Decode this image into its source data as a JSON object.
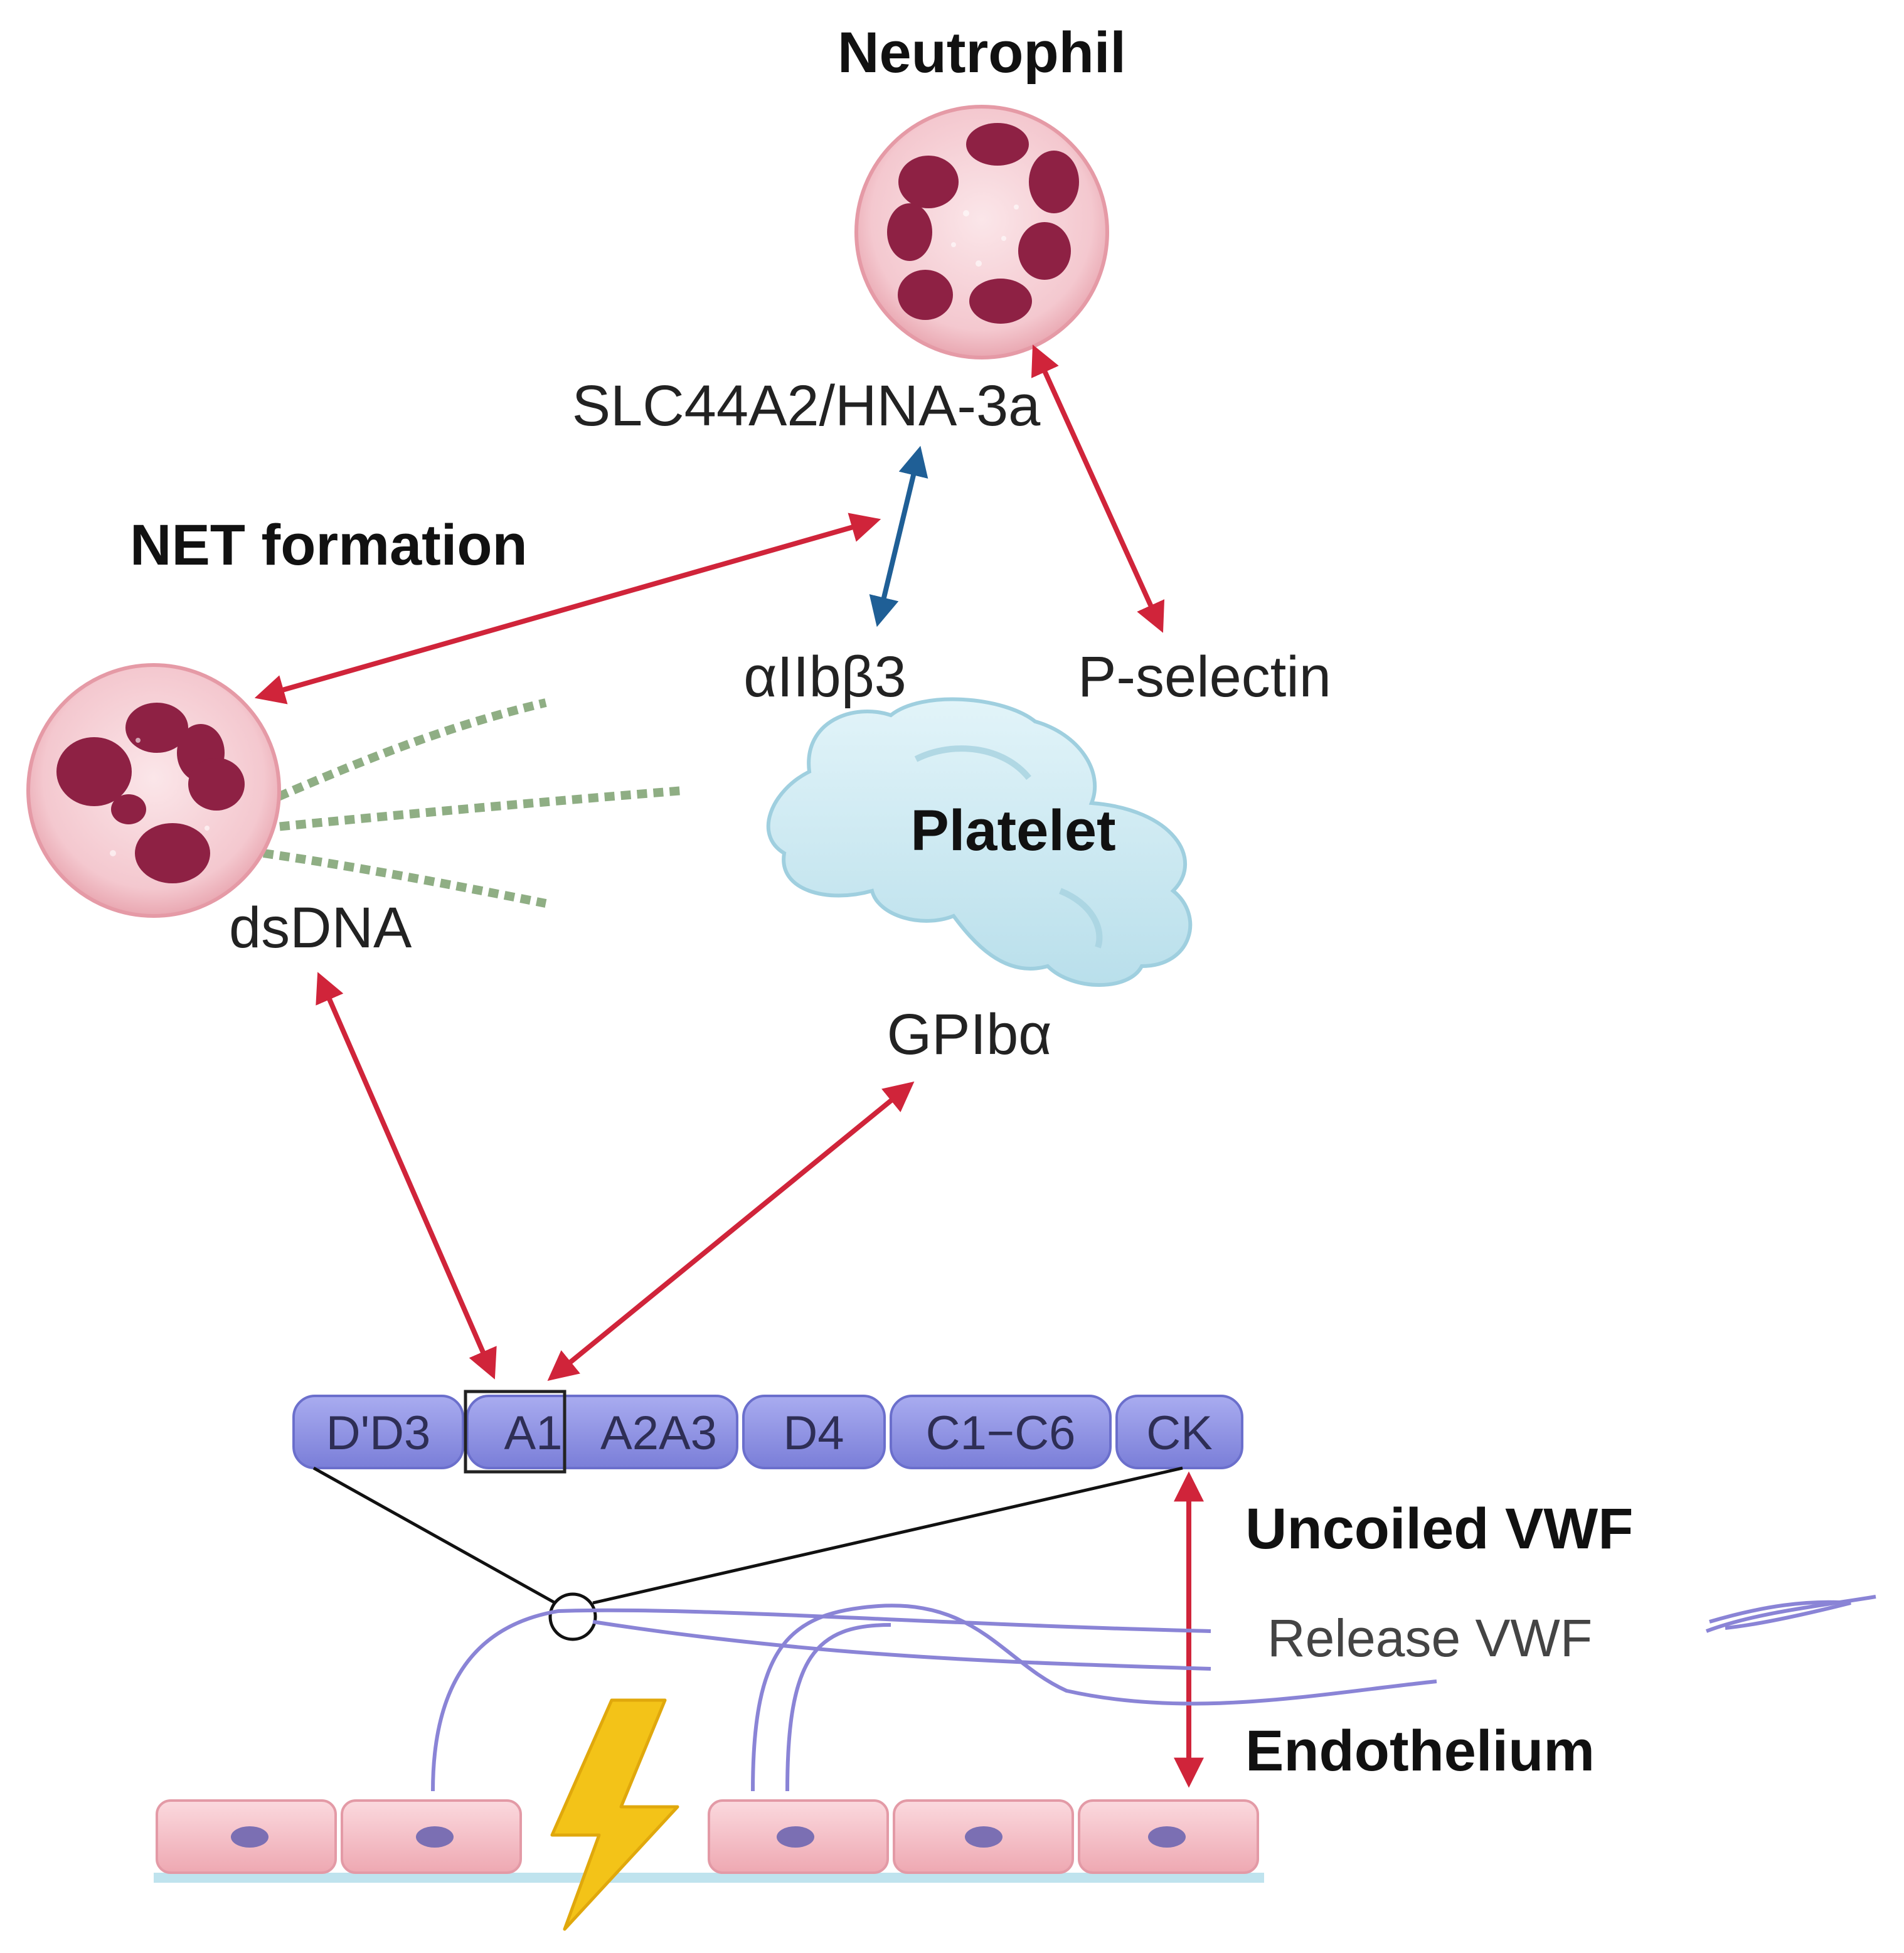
{
  "labels": {
    "neutrophil": "Neutrophil",
    "slc44a2": "SLC44A2/HNA-3a",
    "net_formation": "NET formation",
    "aiibb3": "αIIbβ3",
    "p_selectin": "P-selectin",
    "platelet": "Platelet",
    "dsdna": "dsDNA",
    "gpiba": "GPIbα",
    "uncoiled_vwf": "Uncoiled VWF",
    "release_vwf": "Release VWF",
    "endothelium": "Endothelium"
  },
  "vwf_domains": [
    "D'D3",
    "A1",
    "A2A3",
    "D4",
    "C1−C6",
    "CK"
  ],
  "colors": {
    "interaction_arrow": "#d0243a",
    "integrin_arrow": "#1f5f96",
    "vwf_domain_fill": "#8f92e6",
    "vwf_strand": "#8a84d6",
    "neutrophil_cytoplasm": "#f6d3d8",
    "neutrophil_nucleus": "#8e2144",
    "dna_strand": "#8fae84",
    "platelet_fill": "#cde9f2",
    "endothelial_cell": "#f6c6cd",
    "lightning": "#f3c318"
  },
  "icons": [
    "neutrophil-cell-icon",
    "net-neutrophil-icon",
    "platelet-icon",
    "lightning-icon",
    "endothelial-cell-icon"
  ]
}
